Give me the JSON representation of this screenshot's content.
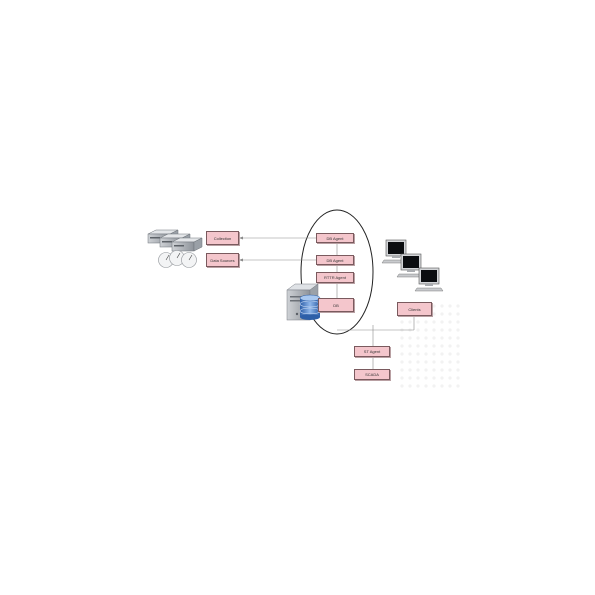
{
  "diagram": {
    "nodes": {
      "collection": "Collection",
      "data_sources": "Data Sources",
      "db_agent_top": "DB Agent",
      "db_agent_mid": "DB Agent",
      "rttr_agent": "RTTR Agent",
      "db": "DB",
      "clients": "Clients",
      "st_agent": "ST Agent",
      "scada": "SCADA"
    },
    "icons": [
      "server-rack-icon",
      "gauge-icon",
      "database-server-icon",
      "desktop-computer-icon"
    ],
    "colors": {
      "box_fill": "#f4c6cc",
      "box_border": "#7a5a5e",
      "connector": "#8a8a8a",
      "ellipse": "#222222"
    }
  }
}
